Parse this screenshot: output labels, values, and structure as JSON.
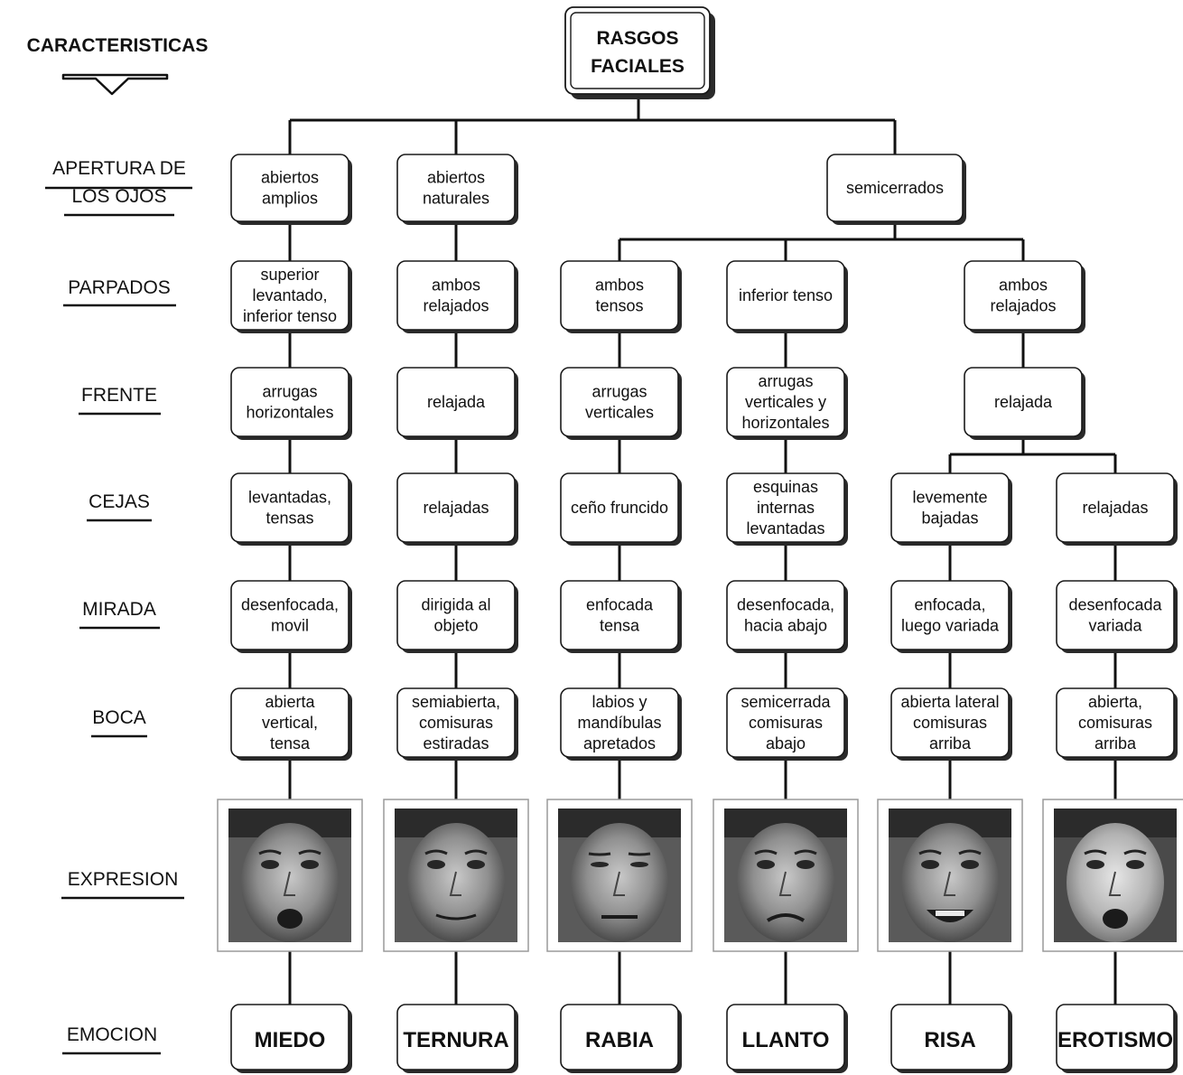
{
  "header_label": "CARACTERISTICAS",
  "root": [
    "RASGOS",
    "FACIALES"
  ],
  "row_labels": {
    "apertura": [
      "APERTURA DE",
      "LOS OJOS"
    ],
    "parpados": [
      "PARPADOS"
    ],
    "frente": [
      "FRENTE"
    ],
    "cejas": [
      "CEJAS"
    ],
    "mirada": [
      "MIRADA"
    ],
    "boca": [
      "BOCA"
    ],
    "expresion": [
      "EXPRESION"
    ],
    "emocion": [
      "EMOCION"
    ]
  },
  "nodes": {
    "ojos_amplios": [
      "abiertos",
      "amplios"
    ],
    "ojos_naturales": [
      "abiertos",
      "naturales"
    ],
    "ojos_semicerrados": [
      "semicerrados"
    ],
    "parp_miedo": [
      "superior",
      "levantado,",
      "inferior tenso"
    ],
    "parp_ternura": [
      "ambos",
      "relajados"
    ],
    "parp_rabia": [
      "ambos",
      "tensos"
    ],
    "parp_llanto": [
      "inferior tenso"
    ],
    "parp_risa_erot": [
      "ambos",
      "relajados"
    ],
    "frente_miedo": [
      "arrugas",
      "horizontales"
    ],
    "frente_ternura": [
      "relajada"
    ],
    "frente_rabia": [
      "arrugas",
      "verticales"
    ],
    "frente_llanto": [
      "arrugas",
      "verticales y",
      "horizontales"
    ],
    "frente_risa_erot": [
      "relajada"
    ],
    "cejas_miedo": [
      "levantadas,",
      "tensas"
    ],
    "cejas_ternura": [
      "relajadas"
    ],
    "cejas_rabia": [
      "ceño fruncido"
    ],
    "cejas_llanto": [
      "esquinas",
      "internas",
      "levantadas"
    ],
    "cejas_risa": [
      "levemente",
      "bajadas"
    ],
    "cejas_erotismo": [
      "relajadas"
    ],
    "mirada_miedo": [
      "desenfocada,",
      "movil"
    ],
    "mirada_ternura": [
      "dirigida al",
      "objeto"
    ],
    "mirada_rabia": [
      "enfocada",
      "tensa"
    ],
    "mirada_llanto": [
      "desenfocada,",
      "hacia abajo"
    ],
    "mirada_risa": [
      "enfocada,",
      "luego variada"
    ],
    "mirada_erotismo": [
      "desenfocada",
      "variada"
    ],
    "boca_miedo": [
      "abierta",
      "vertical,",
      "tensa"
    ],
    "boca_ternura": [
      "semiabierta,",
      "comisuras",
      "estiradas"
    ],
    "boca_rabia": [
      "labios y",
      "mandíbulas",
      "apretados"
    ],
    "boca_llanto": [
      "semicerrada",
      "comisuras",
      "abajo"
    ],
    "boca_risa": [
      "abierta lateral",
      "comisuras",
      "arriba"
    ],
    "boca_erotismo": [
      "abierta,",
      "comisuras",
      "arriba"
    ]
  },
  "emotions": [
    "MIEDO",
    "TERNURA",
    "RABIA",
    "LLANTO",
    "RISA",
    "EROTISMO"
  ]
}
